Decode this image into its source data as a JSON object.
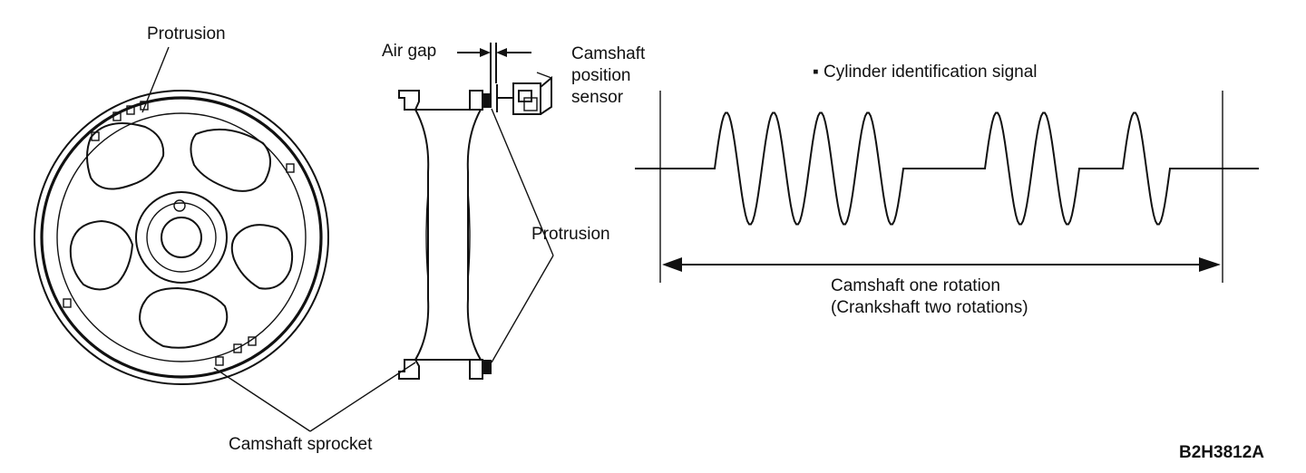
{
  "labels": {
    "protrusion_top": "Protrusion",
    "air_gap": "Air gap",
    "sensor_line1": "Camshaft",
    "sensor_line2": "position",
    "sensor_line3": "sensor",
    "protrusion_right": "Protrusion",
    "camshaft_sprocket": "Camshaft sprocket",
    "signal_title": "▪ Cylinder identification signal",
    "rotation_line1": "Camshaft one rotation",
    "rotation_line2": "(Crankshaft two rotations)",
    "figure_code": "B2H3812A"
  }
}
